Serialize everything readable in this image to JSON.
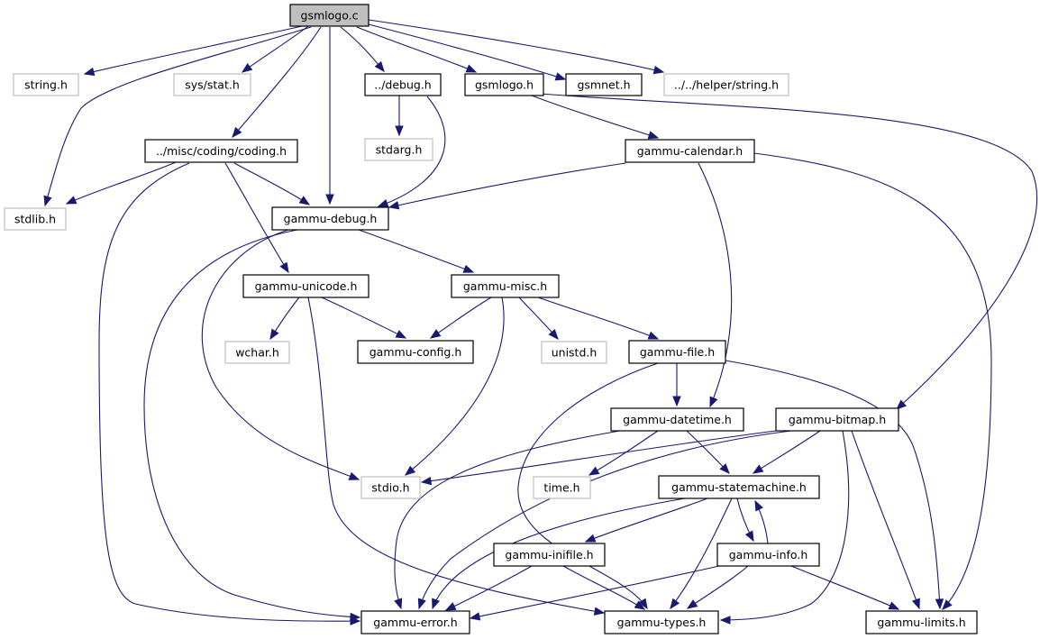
{
  "colors": {
    "edge": "#191970",
    "node_border": "#000000",
    "external_border": "#bfbfbf",
    "root_fill": "#bfbfbf",
    "text": "#000000",
    "external_text": "#000000"
  },
  "nodes": [
    {
      "id": "gsmlogo_c",
      "label": "gsmlogo.c",
      "kind": "root"
    },
    {
      "id": "string_h",
      "label": "string.h",
      "kind": "external"
    },
    {
      "id": "sys_stat_h",
      "label": "sys/stat.h",
      "kind": "external"
    },
    {
      "id": "debug_h",
      "label": "../debug.h",
      "kind": "internal"
    },
    {
      "id": "gsmlogo_h",
      "label": "gsmlogo.h",
      "kind": "internal"
    },
    {
      "id": "gsmnet_h",
      "label": "gsmnet.h",
      "kind": "internal"
    },
    {
      "id": "helper_string_h",
      "label": "../../helper/string.h",
      "kind": "external"
    },
    {
      "id": "stdarg_h",
      "label": "stdarg.h",
      "kind": "external"
    },
    {
      "id": "coding_h",
      "label": "../misc/coding/coding.h",
      "kind": "internal"
    },
    {
      "id": "gammu_calendar_h",
      "label": "gammu-calendar.h",
      "kind": "internal"
    },
    {
      "id": "stdlib_h",
      "label": "stdlib.h",
      "kind": "external"
    },
    {
      "id": "gammu_debug_h",
      "label": "gammu-debug.h",
      "kind": "internal"
    },
    {
      "id": "gammu_unicode_h",
      "label": "gammu-unicode.h",
      "kind": "internal"
    },
    {
      "id": "gammu_misc_h",
      "label": "gammu-misc.h",
      "kind": "internal"
    },
    {
      "id": "wchar_h",
      "label": "wchar.h",
      "kind": "external"
    },
    {
      "id": "gammu_config_h",
      "label": "gammu-config.h",
      "kind": "internal"
    },
    {
      "id": "unistd_h",
      "label": "unistd.h",
      "kind": "external"
    },
    {
      "id": "gammu_file_h",
      "label": "gammu-file.h",
      "kind": "internal"
    },
    {
      "id": "gammu_datetime_h",
      "label": "gammu-datetime.h",
      "kind": "internal"
    },
    {
      "id": "gammu_bitmap_h",
      "label": "gammu-bitmap.h",
      "kind": "internal"
    },
    {
      "id": "stdio_h",
      "label": "stdio.h",
      "kind": "external"
    },
    {
      "id": "time_h",
      "label": "time.h",
      "kind": "external"
    },
    {
      "id": "gammu_statemachine_h",
      "label": "gammu-statemachine.h",
      "kind": "internal"
    },
    {
      "id": "gammu_inifile_h",
      "label": "gammu-inifile.h",
      "kind": "internal"
    },
    {
      "id": "gammu_info_h",
      "label": "gammu-info.h",
      "kind": "internal"
    },
    {
      "id": "gammu_error_h",
      "label": "gammu-error.h",
      "kind": "internal"
    },
    {
      "id": "gammu_types_h",
      "label": "gammu-types.h",
      "kind": "internal"
    },
    {
      "id": "gammu_limits_h",
      "label": "gammu-limits.h",
      "kind": "internal"
    }
  ],
  "edges": [
    {
      "from": "gsmlogo_c",
      "to": "string_h"
    },
    {
      "from": "gsmlogo_c",
      "to": "sys_stat_h"
    },
    {
      "from": "gsmlogo_c",
      "to": "stdlib_h"
    },
    {
      "from": "gsmlogo_c",
      "to": "coding_h"
    },
    {
      "from": "gsmlogo_c",
      "to": "gammu_debug_h"
    },
    {
      "from": "gsmlogo_c",
      "to": "debug_h"
    },
    {
      "from": "gsmlogo_c",
      "to": "gsmlogo_h"
    },
    {
      "from": "gsmlogo_c",
      "to": "gsmnet_h"
    },
    {
      "from": "gsmlogo_c",
      "to": "helper_string_h"
    },
    {
      "from": "debug_h",
      "to": "stdarg_h"
    },
    {
      "from": "debug_h",
      "to": "gammu_debug_h"
    },
    {
      "from": "gsmlogo_h",
      "to": "gammu_calendar_h"
    },
    {
      "from": "gsmlogo_h",
      "to": "gammu_bitmap_h"
    },
    {
      "from": "coding_h",
      "to": "stdlib_h"
    },
    {
      "from": "coding_h",
      "to": "gammu_debug_h"
    },
    {
      "from": "coding_h",
      "to": "gammu_unicode_h"
    },
    {
      "from": "coding_h",
      "to": "gammu_error_h"
    },
    {
      "from": "gammu_calendar_h",
      "to": "gammu_debug_h"
    },
    {
      "from": "gammu_calendar_h",
      "to": "gammu_datetime_h"
    },
    {
      "from": "gammu_calendar_h",
      "to": "gammu_limits_h"
    },
    {
      "from": "gammu_debug_h",
      "to": "gammu_misc_h"
    },
    {
      "from": "gammu_debug_h",
      "to": "stdio_h"
    },
    {
      "from": "gammu_debug_h",
      "to": "gammu_error_h"
    },
    {
      "from": "gammu_unicode_h",
      "to": "wchar_h"
    },
    {
      "from": "gammu_unicode_h",
      "to": "gammu_config_h"
    },
    {
      "from": "gammu_unicode_h",
      "to": "gammu_types_h"
    },
    {
      "from": "gammu_misc_h",
      "to": "gammu_config_h"
    },
    {
      "from": "gammu_misc_h",
      "to": "unistd_h"
    },
    {
      "from": "gammu_misc_h",
      "to": "gammu_file_h"
    },
    {
      "from": "gammu_misc_h",
      "to": "stdio_h"
    },
    {
      "from": "gammu_file_h",
      "to": "gammu_datetime_h"
    },
    {
      "from": "gammu_file_h",
      "to": "gammu_types_h"
    },
    {
      "from": "gammu_file_h",
      "to": "gammu_limits_h"
    },
    {
      "from": "gammu_datetime_h",
      "to": "time_h"
    },
    {
      "from": "gammu_datetime_h",
      "to": "gammu_statemachine_h"
    },
    {
      "from": "gammu_datetime_h",
      "to": "gammu_error_h"
    },
    {
      "from": "gammu_bitmap_h",
      "to": "stdio_h"
    },
    {
      "from": "gammu_bitmap_h",
      "to": "gammu_statemachine_h"
    },
    {
      "from": "gammu_bitmap_h",
      "to": "gammu_error_h"
    },
    {
      "from": "gammu_bitmap_h",
      "to": "gammu_types_h"
    },
    {
      "from": "gammu_bitmap_h",
      "to": "gammu_limits_h"
    },
    {
      "from": "gammu_statemachine_h",
      "to": "gammu_inifile_h"
    },
    {
      "from": "gammu_statemachine_h",
      "to": "gammu_info_h"
    },
    {
      "from": "gammu_statemachine_h",
      "to": "gammu_types_h"
    },
    {
      "from": "gammu_statemachine_h",
      "to": "gammu_error_h"
    },
    {
      "from": "gammu_info_h",
      "to": "gammu_statemachine_h"
    },
    {
      "from": "gammu_info_h",
      "to": "gammu_error_h"
    },
    {
      "from": "gammu_info_h",
      "to": "gammu_types_h"
    },
    {
      "from": "gammu_info_h",
      "to": "gammu_limits_h"
    },
    {
      "from": "gammu_inifile_h",
      "to": "gammu_error_h"
    },
    {
      "from": "gammu_inifile_h",
      "to": "gammu_types_h"
    }
  ]
}
